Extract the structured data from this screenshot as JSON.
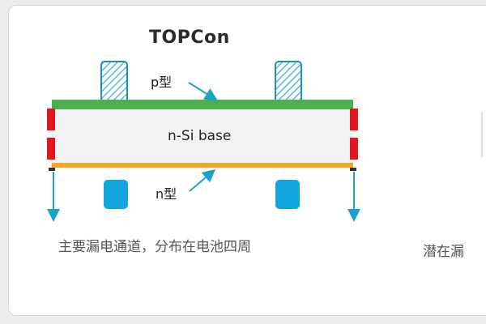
{
  "title": "TOPCon",
  "labels": {
    "p_type": "p型",
    "n_type": "n型",
    "base": "n-Si base"
  },
  "caption": "主要漏电通道，分布在电池四周",
  "caption_right": "潜在漏",
  "colors": {
    "green_layer": "#4caf50",
    "orange_layer": "#f5a623",
    "base_fill": "#f2f2f2",
    "leak_red": "#e0171f",
    "arrow_teal": "#1aa3c8",
    "contact_blue": "#12a5e0",
    "hatch_contact": "#9cd4f0"
  }
}
